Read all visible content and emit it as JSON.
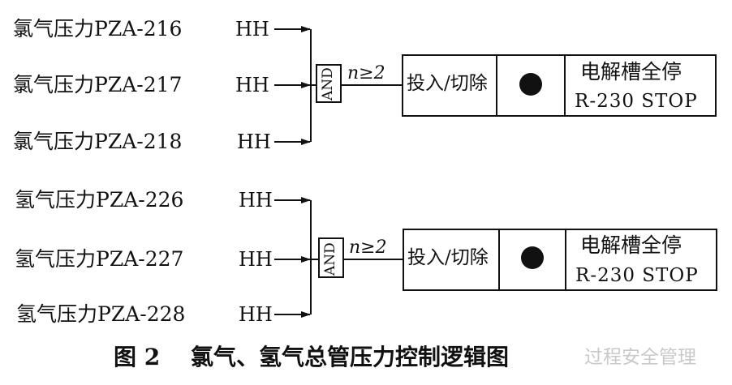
{
  "groups": [
    {
      "inputs": [
        {
          "label": "氯气压力PZA-216",
          "level": "HH"
        },
        {
          "label": "氯气压力PZA-217",
          "level": "HH"
        },
        {
          "label": "氯气压力PZA-218",
          "level": "HH"
        }
      ],
      "gate": "AND",
      "condition": "n≥2",
      "switch_label": "投入/切除",
      "action_title": "电解槽全停",
      "action_sub": "R-230 STOP"
    },
    {
      "inputs": [
        {
          "label": "氢气压力PZA-226",
          "level": "HH"
        },
        {
          "label": "氢气压力PZA-227",
          "level": "HH"
        },
        {
          "label": "氢气压力PZA-228",
          "level": "HH"
        }
      ],
      "gate": "AND",
      "condition": "n≥2",
      "switch_label": "投入/切除",
      "action_title": "电解槽全停",
      "action_sub": "R-230 STOP"
    }
  ],
  "caption": "图 2　 氯气、氢气总管压力控制逻辑图",
  "watermark": "过程安全管理",
  "colors": {
    "line": "#111111",
    "background": "#ffffff"
  }
}
